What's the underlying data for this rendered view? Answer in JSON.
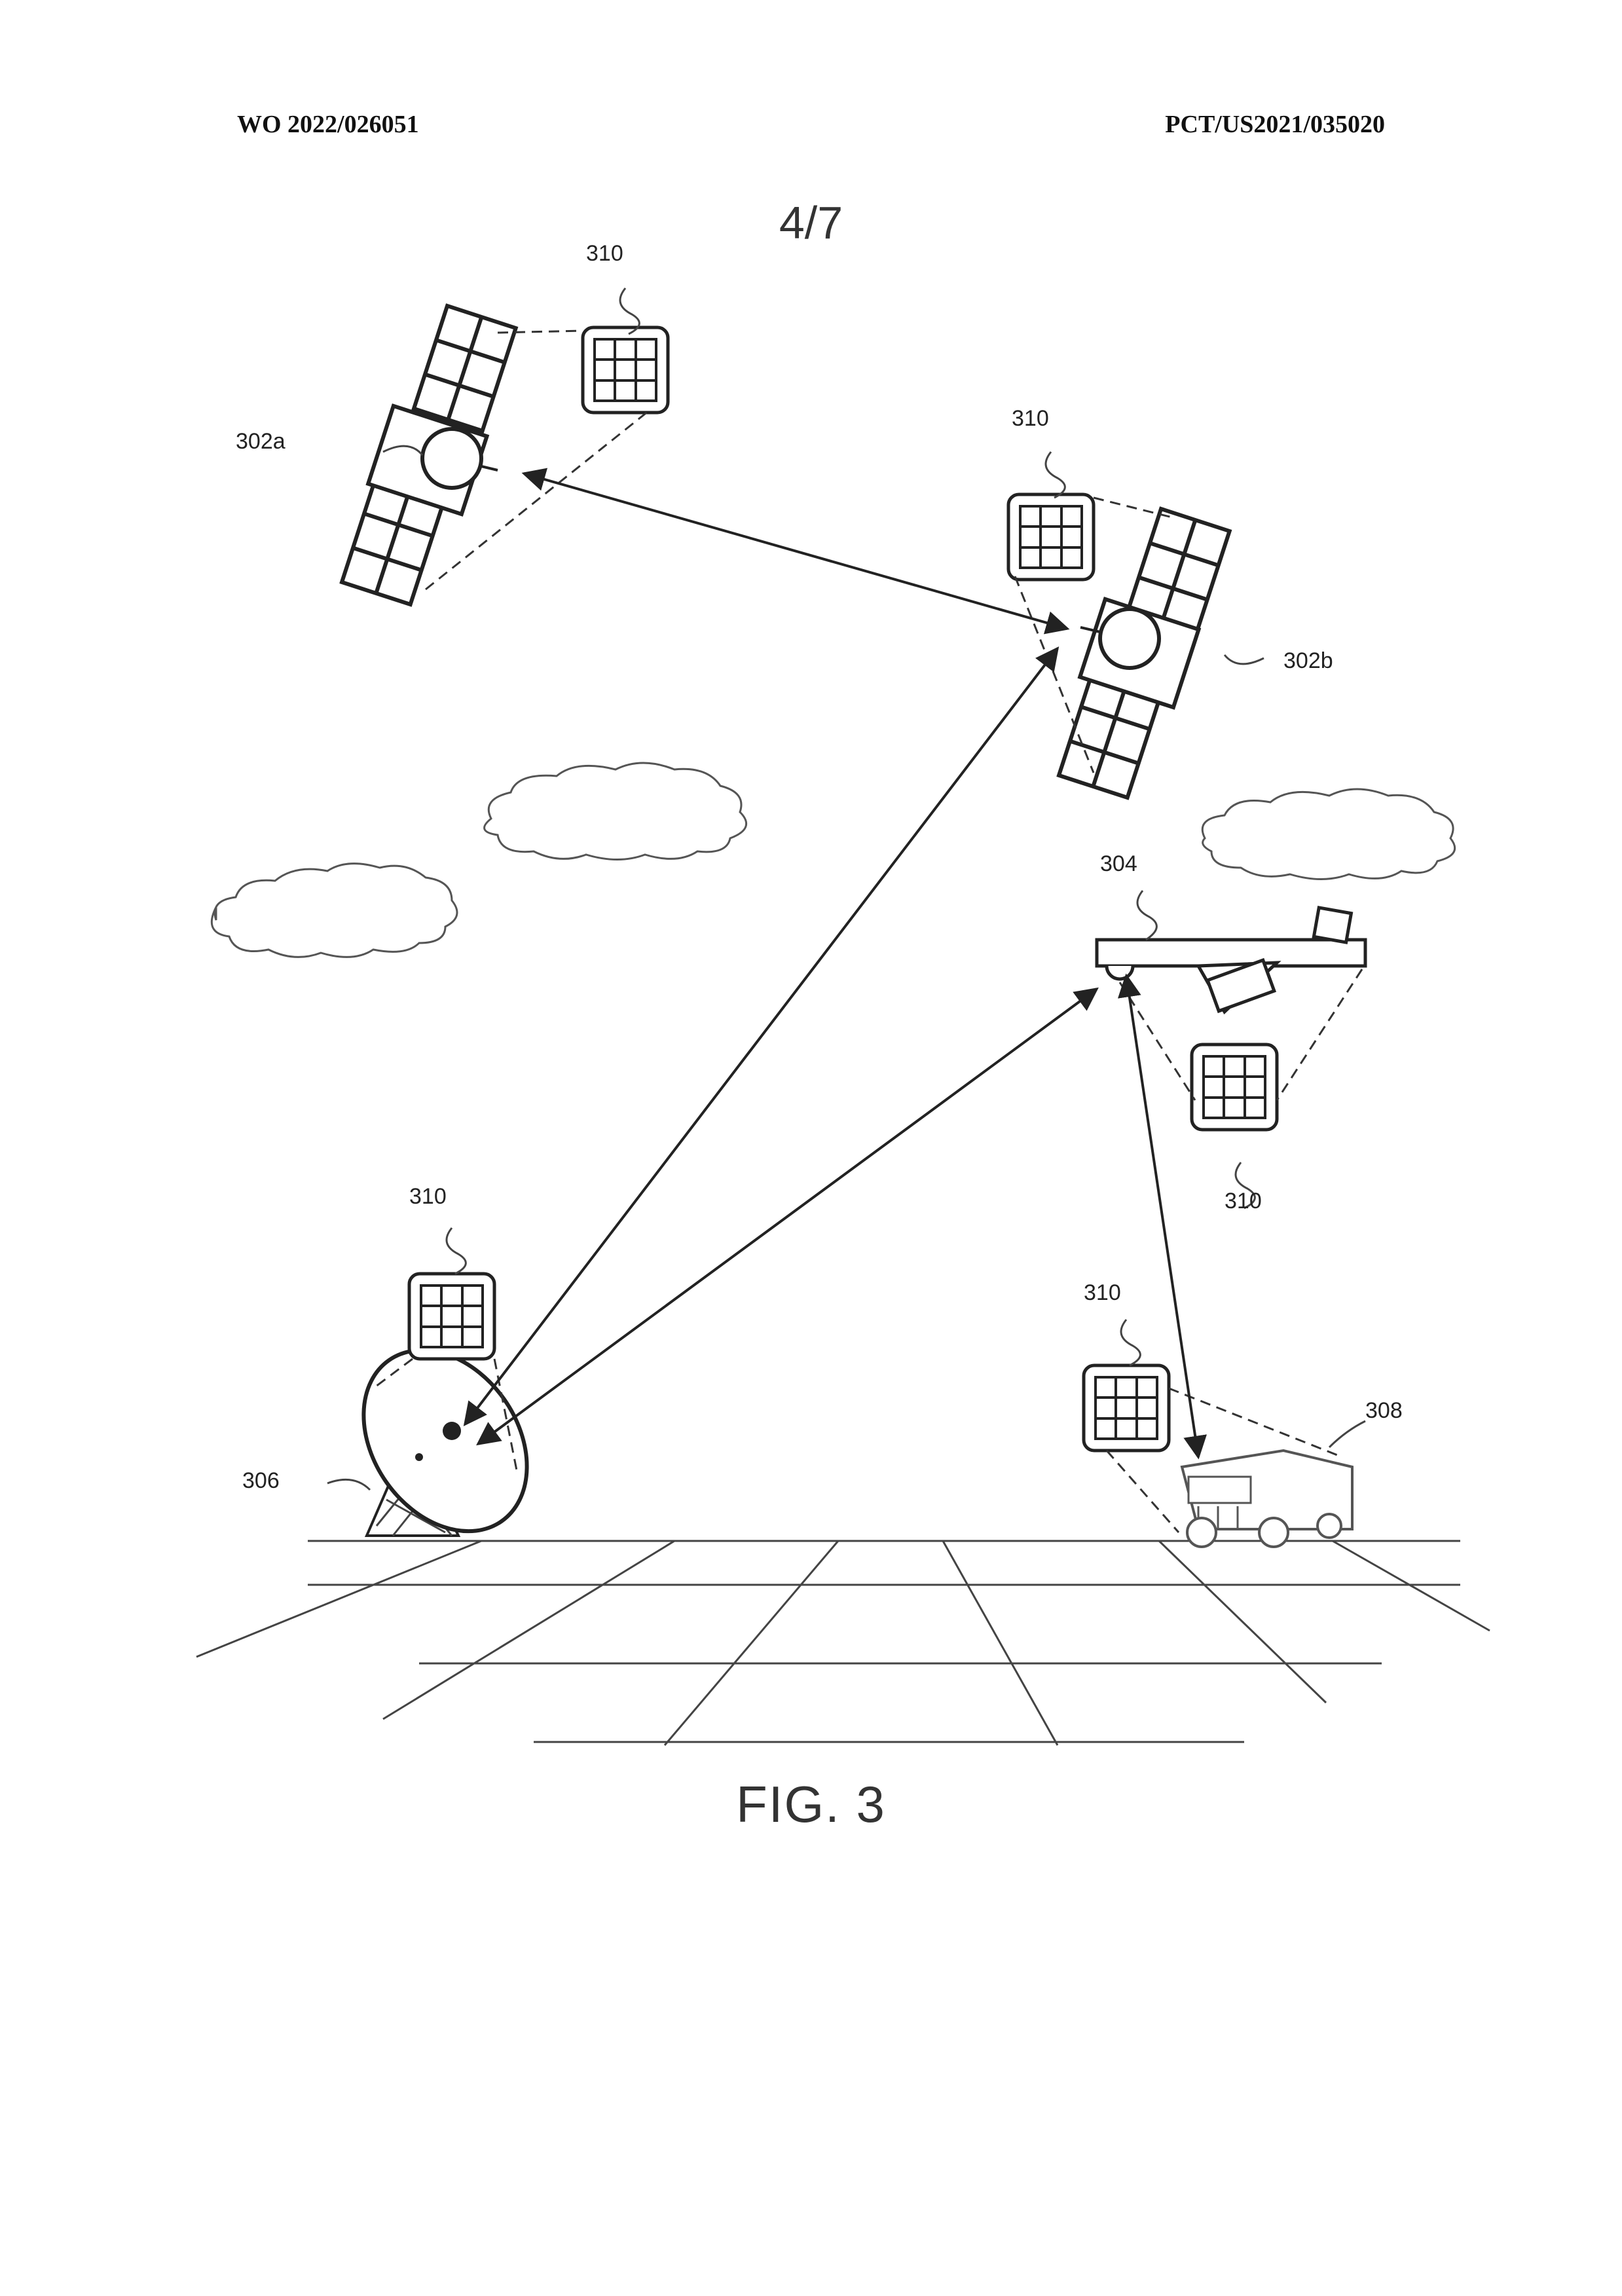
{
  "header": {
    "publication_number": "WO 2022/026051",
    "application_number": "PCT/US2021/035020"
  },
  "sheet_number": "4/7",
  "figure_caption": "FIG. 3",
  "reference_labels": {
    "satellite_a": "302a",
    "satellite_b": "302b",
    "aircraft": "304",
    "ground_station": "306",
    "vehicle": "308",
    "module_satellite_a": "310",
    "module_satellite_b": "310",
    "module_aircraft": "310",
    "module_ground_station": "310",
    "module_vehicle": "310"
  }
}
